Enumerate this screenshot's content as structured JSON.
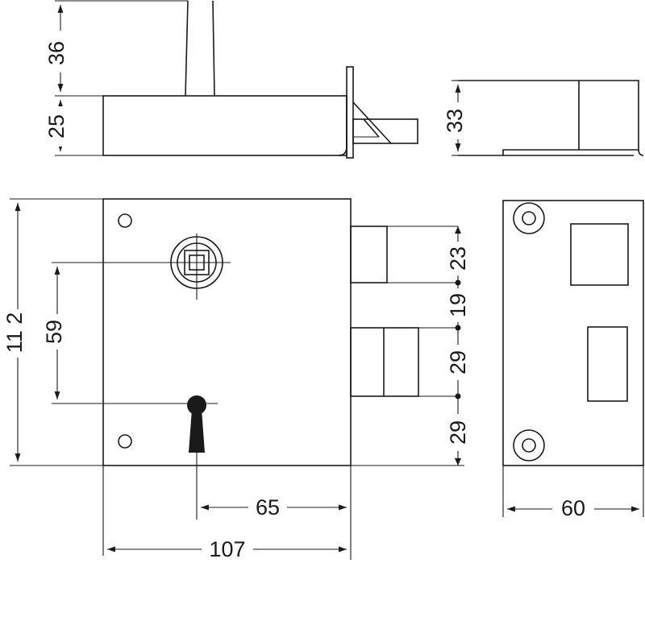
{
  "dimensions": {
    "top_height_36": "36",
    "top_height_25": "25",
    "side_height_33": "33",
    "body_height_112": "11 2",
    "key_to_cylinder_59": "59",
    "bolt_spacing_23": "23",
    "bolt_spacing_19": "19",
    "bolt_spacing_29a": "29",
    "bolt_spacing_29b": "29",
    "key_to_edge_65": "65",
    "body_width_107": "107",
    "side_width_60": "60"
  }
}
